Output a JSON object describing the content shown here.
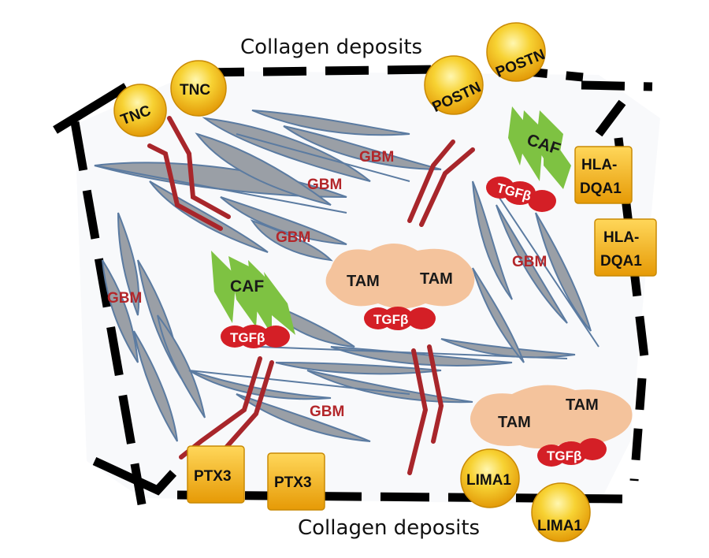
{
  "captions": {
    "top": "Collagen deposits",
    "bottom": "Collagen deposits"
  },
  "cell_labels": {
    "gbm": "GBM",
    "tam": "TAM",
    "caf": "CAF",
    "tgfb": "TGFβ"
  },
  "markers": {
    "tnc": "TNC",
    "postn": "POSTN",
    "hla_line1": "HLA-",
    "hla_line2": "DQA1",
    "ptx3": "PTX3",
    "lima1": "LIMA1"
  },
  "colors": {
    "frame": "#000000",
    "gbm_cell": "#9a9fa6",
    "gbm_edge": "#5b7ba1",
    "vessel": "#a8262b",
    "tam": "#f4c39c",
    "caf": "#7ec242",
    "tgfb": "#d41f26",
    "coin": "#f2b90f",
    "box": "#f0b111"
  }
}
